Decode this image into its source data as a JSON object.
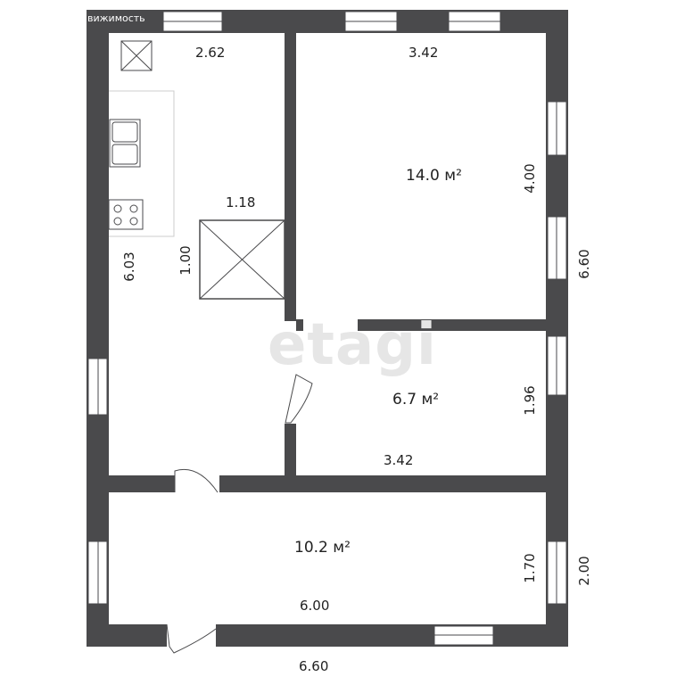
{
  "corner_text": "вижимость",
  "watermark": "etagi",
  "rooms": {
    "kitchen": {
      "width": "2.62",
      "length": "6.03"
    },
    "stove_block": {
      "width": "1.18",
      "length": "1.00"
    },
    "room_top_right": {
      "area": "14.0 м²",
      "width": "3.42",
      "length": "4.00"
    },
    "room_middle_right": {
      "area": "6.7 м²",
      "width": "3.42",
      "length": "1.96"
    },
    "room_bottom": {
      "area": "10.2 м²",
      "width": "6.00",
      "length": "1.70"
    }
  },
  "outer": {
    "height_total": "6.60",
    "height_bottom": "2.00",
    "width_total": "6.60"
  },
  "colors": {
    "wall": "#4a4a4c",
    "window": "#ffffff",
    "text": "#222222"
  }
}
